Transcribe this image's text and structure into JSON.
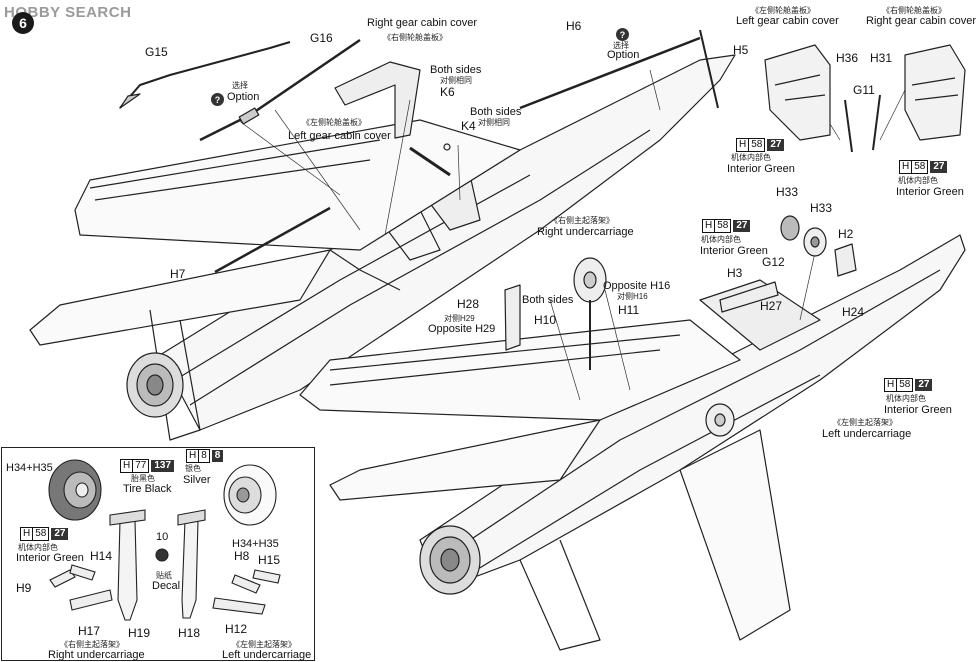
{
  "header": {
    "logo": "HOBBY SEARCH",
    "step": "6"
  },
  "labels": {
    "g15": "G15",
    "g16": "G16",
    "h6": "H6",
    "h5": "H5",
    "h7": "H7",
    "k6": "K6",
    "k4": "K4",
    "right_gear_cabin_cover_top": "Right gear cabin cover",
    "right_gear_cabin_cover_cn": "《右侧轮舱盖板》",
    "left_gear_cabin_cover_mid_cn": "《左侧轮舱盖板》",
    "left_gear_cabin_cover_mid": "Left gear cabin cover",
    "both_sides_1": "Both sides",
    "both_sides_1_cn": "对侧相同",
    "both_sides_2": "Both sides",
    "both_sides_2_cn": "对侧相同",
    "option_1_cn": "选择",
    "option_1": "Option",
    "option_2_cn": "选择",
    "option_2": "Option",
    "left_gear_cabin_cover_tr_cn": "《左侧轮舱盖板》",
    "left_gear_cabin_cover_tr": "Left gear cabin cover",
    "right_gear_cabin_cover_tr_cn": "《右侧轮舱盖板》",
    "right_gear_cabin_cover_tr": "Right gear cabin cover",
    "h36": "H36",
    "h31": "H31",
    "g11": "G11",
    "interior_green_cn": "机体内部色",
    "interior_green": "Interior Green",
    "h33a": "H33",
    "h33b": "H33",
    "h2": "H2",
    "g12": "G12",
    "h3": "H3",
    "h27": "H27",
    "h24": "H24",
    "right_undercarriage_cn": "《右侧主起落架》",
    "right_undercarriage": "Right undercarriage",
    "opposite_h16": "Opposite H16",
    "opposite_h16_cn": "对侧H16",
    "h11": "H11",
    "h28": "H28",
    "both_sides_3": "Both sides",
    "h10": "H10",
    "h29_cn": "对侧H29",
    "opposite_h29": "Opposite H29",
    "left_undercarriage_cn": "《左侧主起落架》",
    "left_undercarriage": "Left undercarriage",
    "inset": {
      "h34h35_a": "H34+H35",
      "h34h35_b": "H34+H35",
      "tire_black_cn": "胎黑色",
      "tire_black": "Tire Black",
      "silver_cn": "银色",
      "silver": "Silver",
      "interior_green_cn": "机体内部色",
      "interior_green": "Interior Green",
      "n10": "10",
      "decal_cn": "贴纸",
      "decal": "Decal",
      "h14": "H14",
      "h9": "H9",
      "h17": "H17",
      "h19": "H19",
      "h18": "H18",
      "h8": "H8",
      "h15": "H15",
      "h12": "H12",
      "right_undercarriage_cn": "《右侧主起落架》",
      "right_undercarriage": "Right undercarriage",
      "left_undercarriage_cn": "《左侧主起落架》",
      "left_undercarriage": "Left undercarriage"
    }
  },
  "paint_codes": {
    "interior_green": {
      "letter": "H",
      "num": "58",
      "badge": "27"
    },
    "tire_black": {
      "letter": "H",
      "num": "77",
      "badge": "137"
    },
    "silver": {
      "letter": "H",
      "num": "8",
      "badge": "8"
    }
  }
}
